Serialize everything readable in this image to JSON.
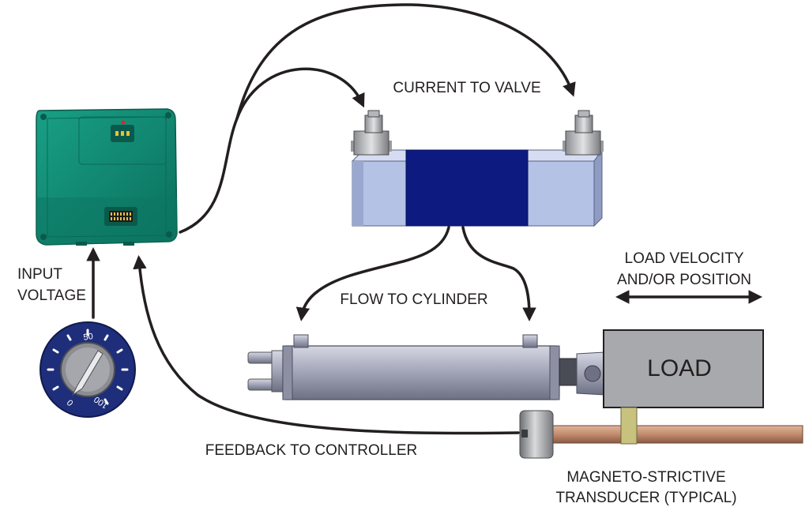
{
  "labels": {
    "current_to_valve": "CURRENT TO VALVE",
    "input_voltage_line1": "INPUT",
    "input_voltage_line2": "VOLTAGE",
    "load_velocity_line1": "LOAD VELOCITY",
    "load_velocity_line2": "AND/OR POSITION",
    "flow_to_cylinder": "FLOW TO CYLINDER",
    "load": "LOAD",
    "feedback_to_controller": "FEEDBACK TO CONTROLLER",
    "transducer_line1": "MAGNETO-STRICTIVE",
    "transducer_line2": "TRANSDUCER (TYPICAL)"
  },
  "dial": {
    "label_50": "50",
    "label_0": "0",
    "label_100": "100"
  },
  "colors": {
    "controller_body": "#0f8a73",
    "valve_body": "#b4c2e6",
    "valve_solenoid": "#0d1a80",
    "cylinder": "#a3a6b8",
    "load_box": "#a7a9ac",
    "rod": "#c18c6e",
    "dial_ring": "#1e2e7a"
  }
}
